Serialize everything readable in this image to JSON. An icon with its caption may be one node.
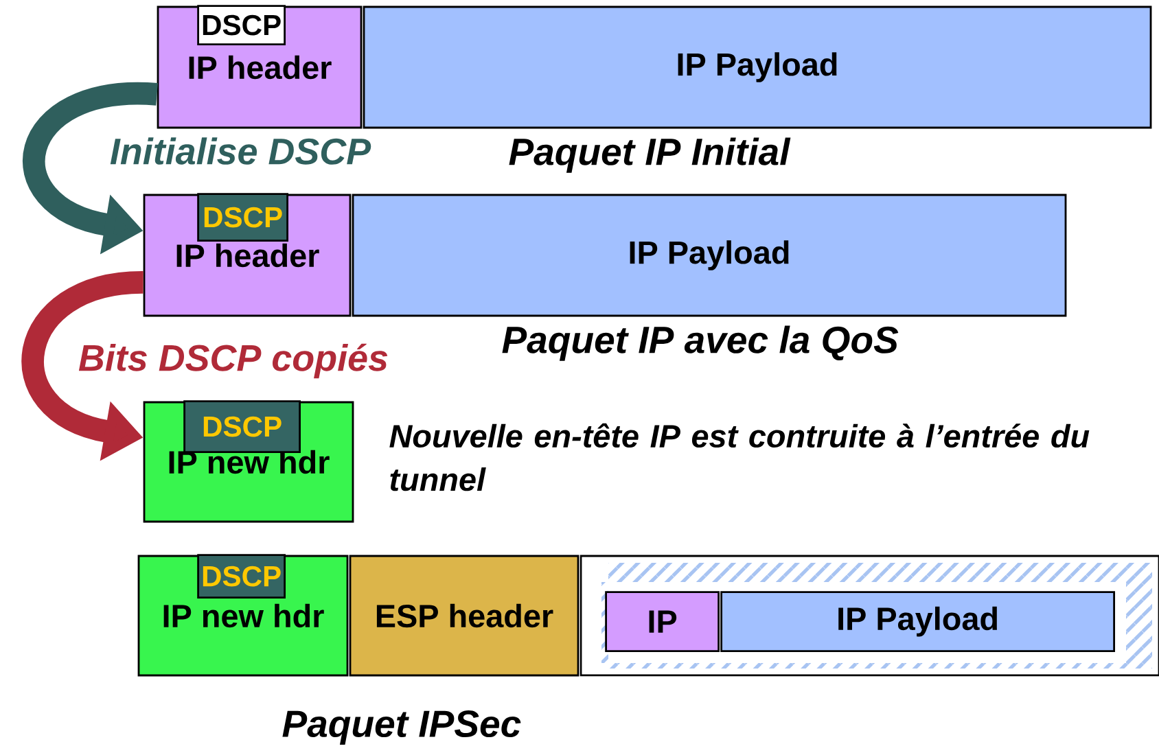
{
  "diagram": {
    "nodes": [
      {
        "text": [
          "IP header"
        ]
      },
      {
        "text": [
          "DSCP"
        ],
        "in": 0
      },
      {
        "text": [
          "IP Payload"
        ]
      },
      {
        "text": [
          "IP header"
        ]
      },
      {
        "text": [
          "DSCP"
        ],
        "in": 3
      },
      {
        "text": [
          "IP Payload"
        ]
      },
      {
        "text": [
          "IP new hdr"
        ]
      },
      {
        "text": [
          "DSCP"
        ],
        "in": 6
      },
      {
        "text": [
          "IP new hdr"
        ]
      },
      {
        "text": [
          "DSCP"
        ],
        "in": 8
      },
      {
        "text": [
          "ESP header"
        ]
      },
      {
        "text": [],
        "shape": "box"
      },
      {
        "text": [
          "IP"
        ],
        "in": 11
      },
      {
        "text": [
          "IP Payload"
        ],
        "in": 11
      }
    ],
    "edges": [
      {
        "from": 0,
        "to": 3,
        "arrow": "to",
        "label": "Initialise DSCP",
        "color": "#2f5f5d"
      },
      {
        "from": 3,
        "to": 6,
        "arrow": "to",
        "label": "Bits DSCP copiés",
        "color": "#b02a38"
      }
    ],
    "labels": [
      "Paquet IP Initial",
      "Paquet IP avec la QoS",
      "Nouvelle en-tête IP est contruite à l’entrée du tunnel",
      "Paquet IPSec"
    ]
  }
}
